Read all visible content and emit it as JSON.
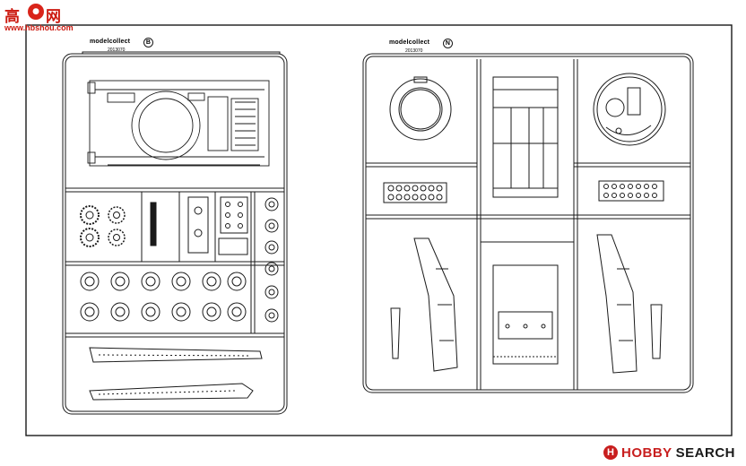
{
  "logo": {
    "title_cn": "高",
    "title_cn2": "网",
    "url": "www.hbshou.com",
    "accent": "#cc1a10"
  },
  "sprue_left": {
    "brand": "modelcollect",
    "letter": "B",
    "code": "2013070"
  },
  "sprue_right": {
    "brand": "modelcollect",
    "letter": "N",
    "code": "2013070"
  },
  "watermark": {
    "icon": "H",
    "part_a": "HOBBY",
    "part_b": "SEARCH",
    "accent": "#c81e1e"
  },
  "line_color": "#1a1a1a"
}
